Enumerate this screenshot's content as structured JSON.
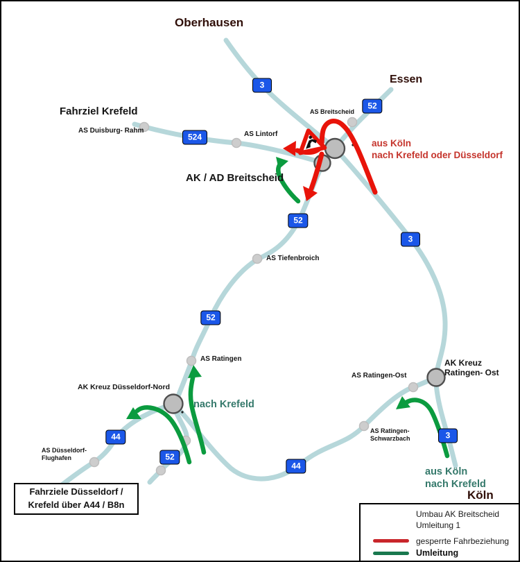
{
  "map_title": "Umbau AK Breitscheid Umleitung 1",
  "cities": {
    "oberhausen": "Oberhausen",
    "essen": "Essen",
    "koeln": "Köln"
  },
  "destinations": {
    "fahrziel_krefeld": "Fahrziel Krefeld",
    "fahrziele_box": "Fahrziele Düsseldorf /\nKrefeld über A44 / B8n",
    "blocked_note": "aus Köln\nnach Krefeld oder Düsseldorf",
    "detour_nach_krefeld": "nach Krefeld",
    "detour_aus_koeln": "aus Köln\nnach Krefeld"
  },
  "junctions": {
    "as_duisburg_rahm": "AS Duisburg- Rahm",
    "as_lintorf": "AS Lintorf",
    "as_breitscheid": "AS Breitscheid",
    "ak_ad_breitscheid": "AK / AD Breitscheid",
    "as_tiefenbroich": "AS Tiefenbroich",
    "as_ratingen": "AS Ratingen",
    "ak_kreuz_duesseldorf_nord": "AK Kreuz Düsseldorf-Nord",
    "as_ratingen_ost": "AS Ratingen-Ost",
    "ak_kreuz_ratingen_ost": "AK Kreuz\nRatingen- Ost",
    "as_ratingen_schwarzbach": "AS Ratingen-\nSchwarzbach",
    "as_duesseldorf_flughafen": "AS Düsseldorf-\nFlughafen"
  },
  "shields": {
    "a3_north": "3",
    "a52_essen": "52",
    "a524": "524",
    "a52_mid": "52",
    "a3_mid": "3",
    "a52_lower": "52",
    "a44_west": "44",
    "a52_south": "52",
    "a44_mid": "44",
    "a3_south": "3"
  },
  "legend": {
    "title": "Umbau AK Breitscheid\nUmleitung 1",
    "blocked_label": "gesperrte Fahrbeziehung",
    "detour_label": "Umleitung"
  },
  "colors": {
    "road": "#b6d7da",
    "shield_blue": "#1b57e8",
    "blocked_red": "#e8140a",
    "detour_green": "#0b9b3f",
    "legend_red": "#c9262b",
    "legend_green": "#19784e",
    "city_text": "#2f0e08",
    "blocked_text": "#c5342c",
    "detour_text": "#35796b"
  }
}
